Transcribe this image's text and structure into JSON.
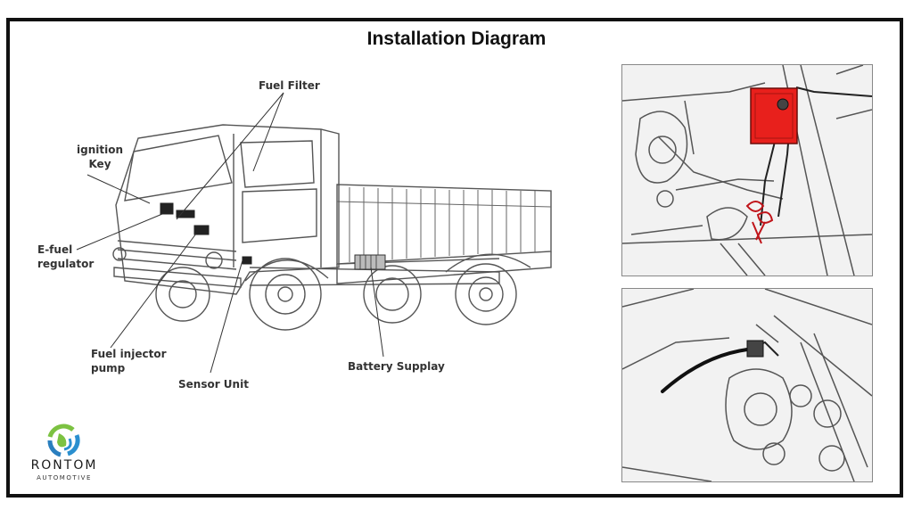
{
  "title": "Installation Diagram",
  "labels": {
    "fuel_filter": "Fuel Filter",
    "ignition_key": "ignition\nKey",
    "e_fuel_regulator": "E-fuel\nregulator",
    "fuel_injector_pump": "Fuel injector\npump",
    "sensor_unit": "Sensor Unit",
    "battery_supply": "Battery Supplay"
  },
  "logo": {
    "name": "RONTOM",
    "tagline": "AUTOMOTIVE"
  },
  "colors": {
    "frame": "#111111",
    "regulator_box": "#e8201c",
    "line_art": "#444444"
  }
}
